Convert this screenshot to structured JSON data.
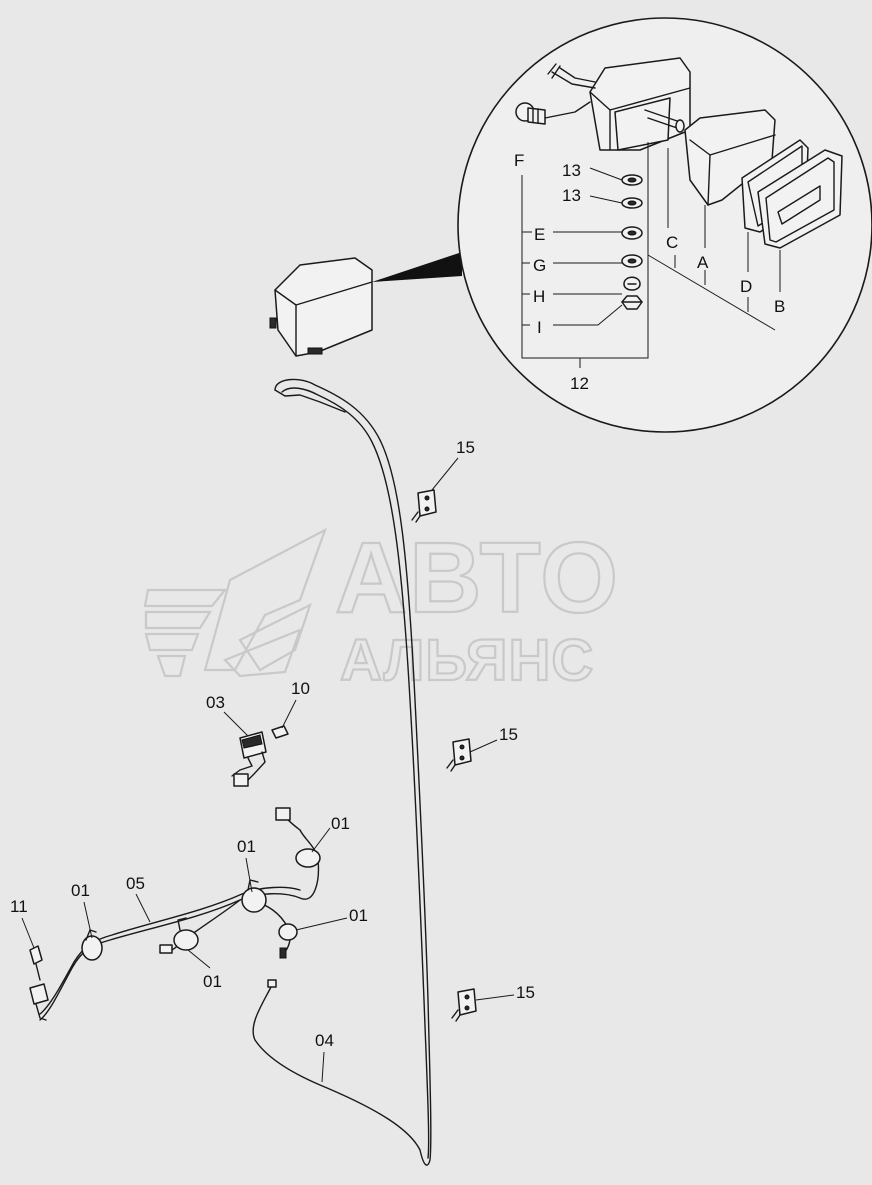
{
  "watermark": {
    "line1": "АВТО",
    "line2": "АЛЬЯНС"
  },
  "callouts": {
    "F": "F",
    "E": "E",
    "G": "G",
    "H": "H",
    "I": "I",
    "A": "A",
    "B": "B",
    "C": "C",
    "D": "D",
    "n13a": "13",
    "n13b": "13",
    "n12": "12",
    "n15a": "15",
    "n15b": "15",
    "n15c": "15",
    "n03": "03",
    "n10": "10",
    "n01a": "01",
    "n01b": "01",
    "n01c": "01",
    "n01d": "01",
    "n01e": "01",
    "n05": "05",
    "n11": "11",
    "n04": "04"
  }
}
